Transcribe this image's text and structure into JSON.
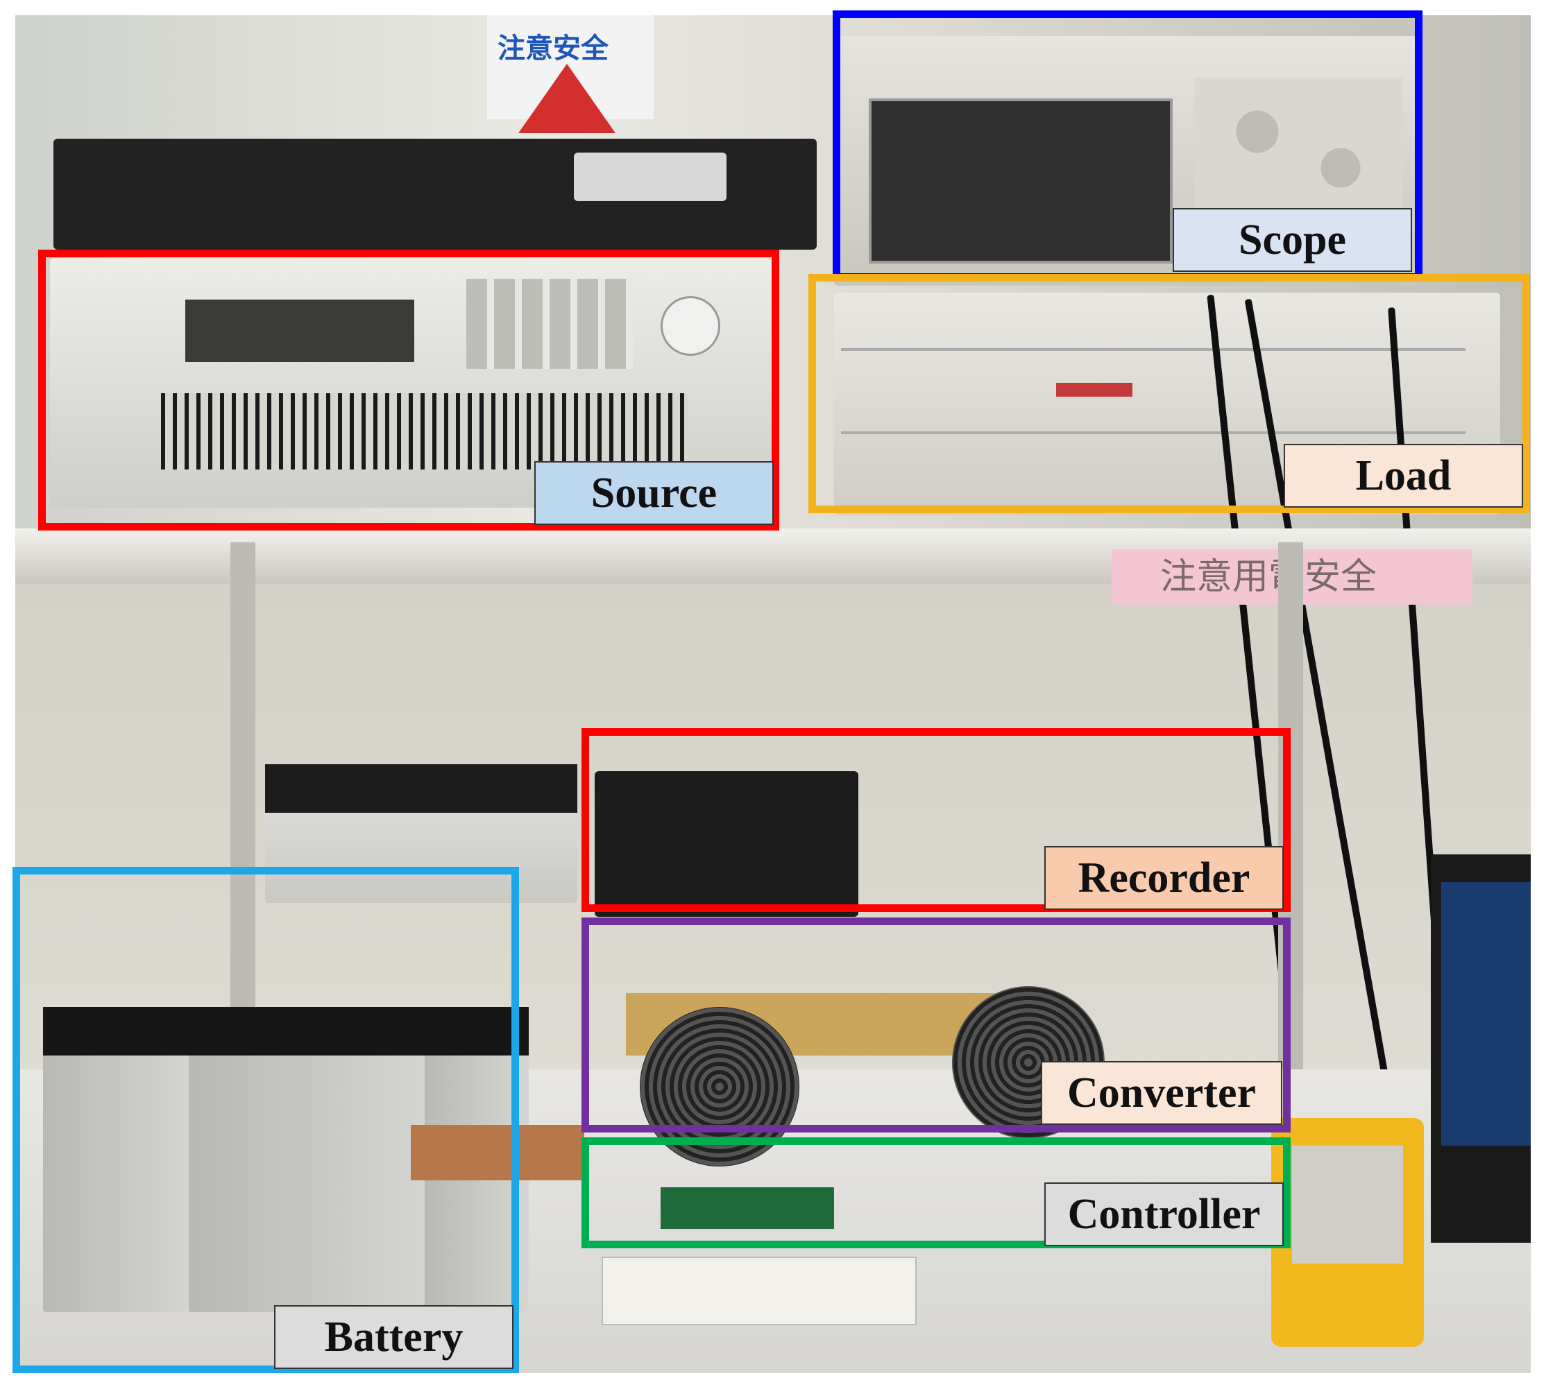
{
  "labels": {
    "source": "Source",
    "scope": "Scope",
    "load": "Load",
    "recorder": "Recorder",
    "converter": "Converter",
    "controller": "Controller",
    "battery": "Battery"
  },
  "frame_colors": {
    "source": "#ff0000",
    "scope": "#0000ff",
    "load": "#f2b21b",
    "recorder": "#ff0000",
    "converter": "#7030a0",
    "controller": "#00b050",
    "battery": "#1ea7e8"
  },
  "photo_text": {
    "wall_sign": "注意安全",
    "pink_tag": "注意用電安全"
  }
}
